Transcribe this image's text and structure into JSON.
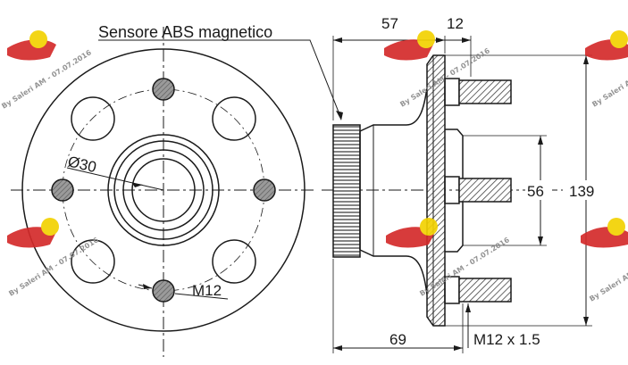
{
  "labels": {
    "sensor": "Sensore ABS magnetico",
    "diameter": "Ø30",
    "bolt": "M12",
    "thread": "M12 x 1.5"
  },
  "dimensions": {
    "top_left": "57",
    "top_right": "12",
    "bottom": "69",
    "inner_height": "56",
    "outer_height": "139"
  },
  "watermark": {
    "text": "By Saleri AM - 07.07.2016"
  },
  "colors": {
    "line": "#1a1a1a",
    "hatch": "#555555",
    "logo_red": "#d42a2a",
    "logo_yellow": "#f2d200"
  }
}
